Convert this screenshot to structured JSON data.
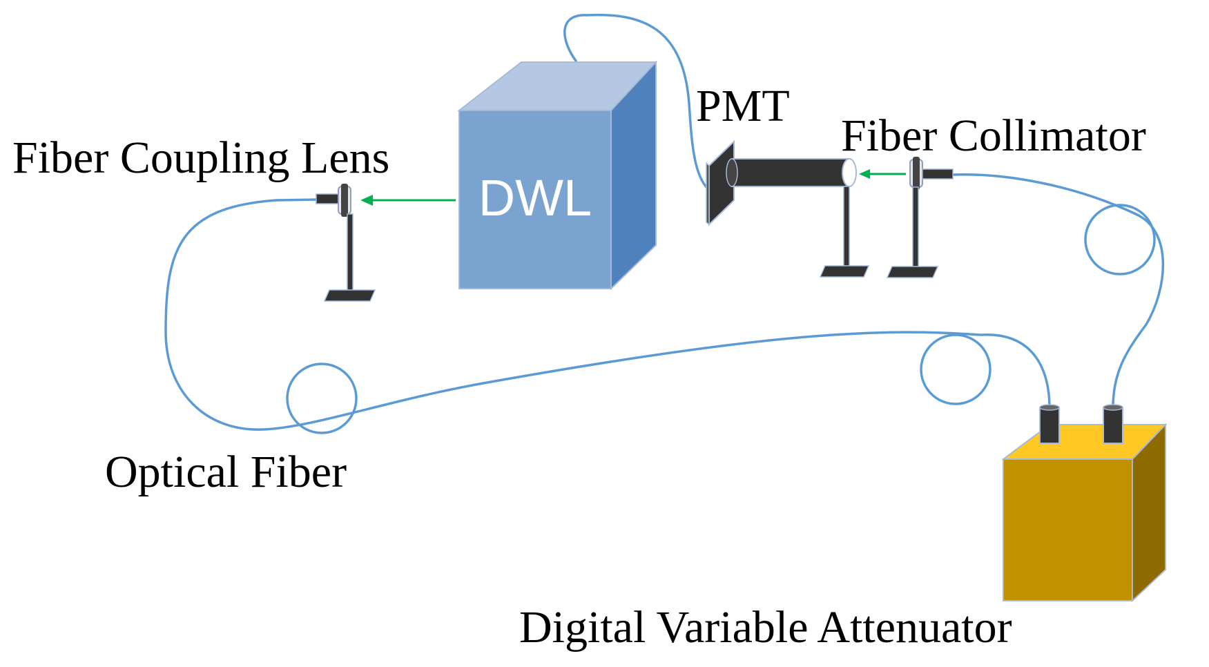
{
  "labels": {
    "fiber_coupling_lens": "Fiber Coupling Lens",
    "dwl": "DWL",
    "pmt": "PMT",
    "fiber_collimator": "Fiber Collimator",
    "optical_fiber": "Optical Fiber",
    "digital_variable_attenuator": "Digital Variable Attenuator"
  },
  "colors": {
    "fiber": "#5b9bd5",
    "beam_arrow": "#00b050",
    "dwl_front": "#7aa3cf",
    "dwl_top": "#b4c8e4",
    "dwl_side": "#4f81bd",
    "attenuator_front": "#c19100",
    "attenuator_top": "#ffc825",
    "attenuator_side": "#8f6a00",
    "hardware_dark": "#333333"
  },
  "icons": {
    "lens_mount": "optical-post-mount-icon",
    "pmt": "photomultiplier-tube-icon",
    "attenuator_port": "fiber-port-icon"
  }
}
